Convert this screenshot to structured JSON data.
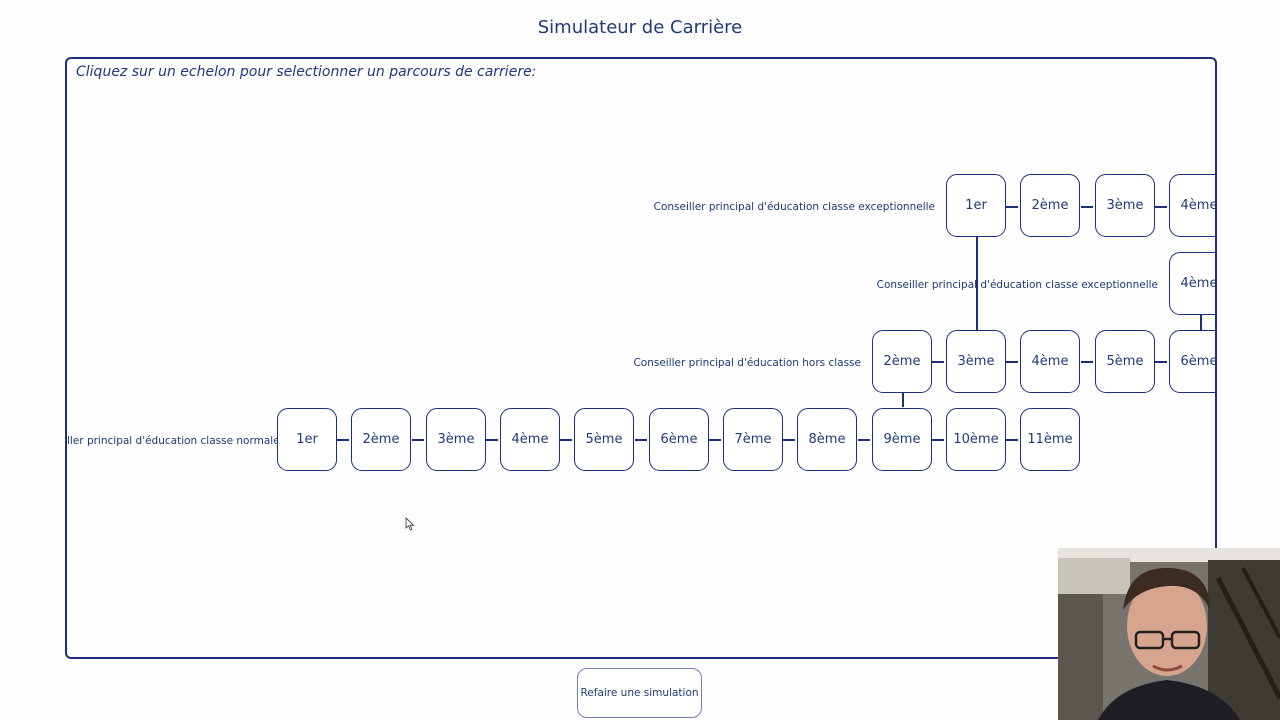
{
  "page": {
    "title": "Simulateur de Carrière"
  },
  "simulator": {
    "instruction": "Cliquez sur un echelon pour selectionner un parcours de carriere:",
    "grades": [
      {
        "label": "Conseiller principal d'éducation classe exceptionnelle",
        "echelons": [
          "1er",
          "2ème",
          "3ème",
          "4ème"
        ]
      },
      {
        "label": "Conseiller principal d'éducation classe exceptionnelle",
        "echelons": [
          "4ème"
        ]
      },
      {
        "label": "Conseiller principal d'éducation hors classe",
        "echelons": [
          "2ème",
          "3ème",
          "4ème",
          "5ème",
          "6ème"
        ]
      },
      {
        "label": "ller principal d'éducation classe normale",
        "echelons": [
          "1er",
          "2ème",
          "3ème",
          "4ème",
          "5ème",
          "6ème",
          "7ème",
          "8ème",
          "9ème",
          "10ème",
          "11ème"
        ]
      }
    ]
  },
  "actions": {
    "redo_label": "Refaire une simulation"
  },
  "colors": {
    "accent": "#1b2f7a",
    "text": "#1f3a7a",
    "background": "#fdfdfe"
  }
}
